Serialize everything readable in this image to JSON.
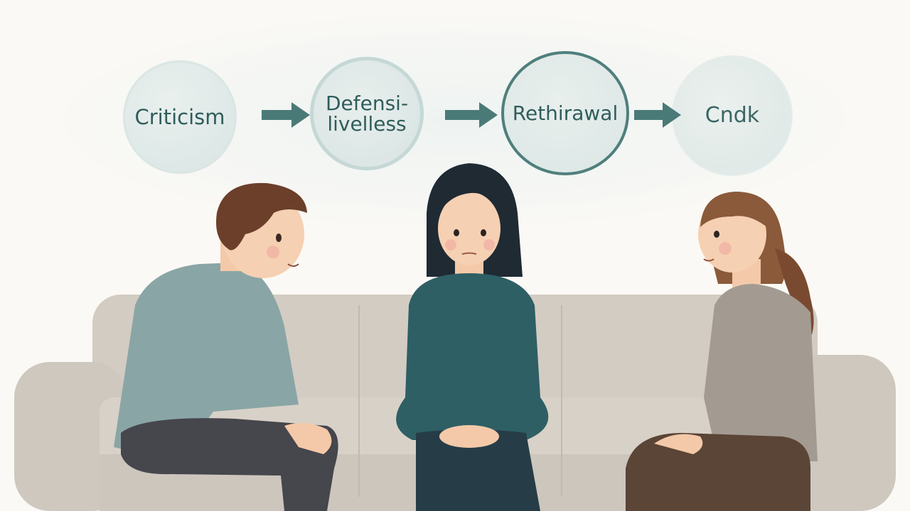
{
  "flow": {
    "steps": [
      {
        "label": "Criticism"
      },
      {
        "label": "Defensi-\nlivelless"
      },
      {
        "label": "Rethirawal"
      },
      {
        "label": "Cndk"
      }
    ]
  },
  "colors": {
    "step_text": "#2f5d5c",
    "arrow": "#4a7a78",
    "couch": "#d5cec5",
    "sweater_left": "#8aa5a5",
    "sweater_middle": "#2e5f64",
    "shirt_right": "#a39b92"
  }
}
